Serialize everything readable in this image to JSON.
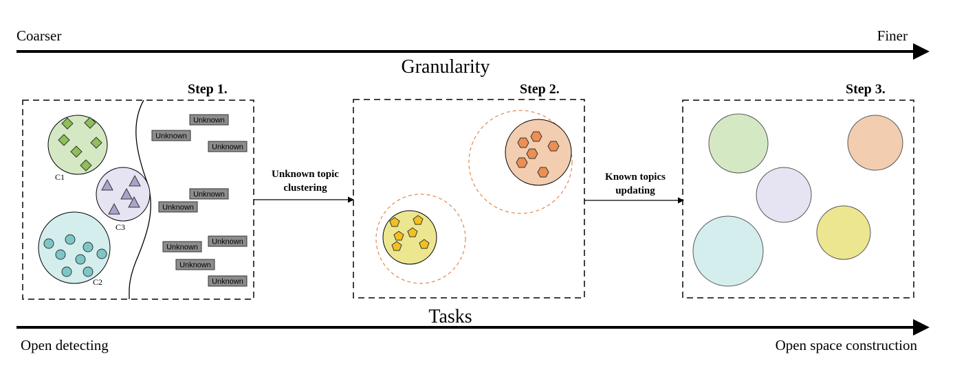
{
  "granularity": {
    "left_label": "Coarser",
    "right_label": "Finer",
    "axis_title": "Granularity"
  },
  "tasks": {
    "axis_title": "Tasks",
    "left_label": "Open detecting",
    "right_label": "Open space construction"
  },
  "steps": {
    "step1": "Step 1.",
    "step2": "Step 2.",
    "step3": "Step 3."
  },
  "transitions": {
    "first_line1": "Unknown topic",
    "first_line2": "clustering",
    "second_line1": "Known topics",
    "second_line2": "updating"
  },
  "clusters": {
    "c1": "C1",
    "c2": "C2",
    "c3": "C3"
  },
  "unknown_label": "Unknown",
  "colors": {
    "green_fill": "#d5e8c4",
    "green_marker": "#8dbf5a",
    "lavender_fill": "#e6e4f2",
    "lavender_marker": "#a9a3cc",
    "cyan_fill": "#d4eeee",
    "cyan_marker": "#7ec6c6",
    "yellow_fill": "#ede690",
    "yellow_marker": "#f2c021",
    "orange_fill": "#f2cdb0",
    "orange_marker": "#ed8e53",
    "unknown_box": "#8c8c8c"
  }
}
